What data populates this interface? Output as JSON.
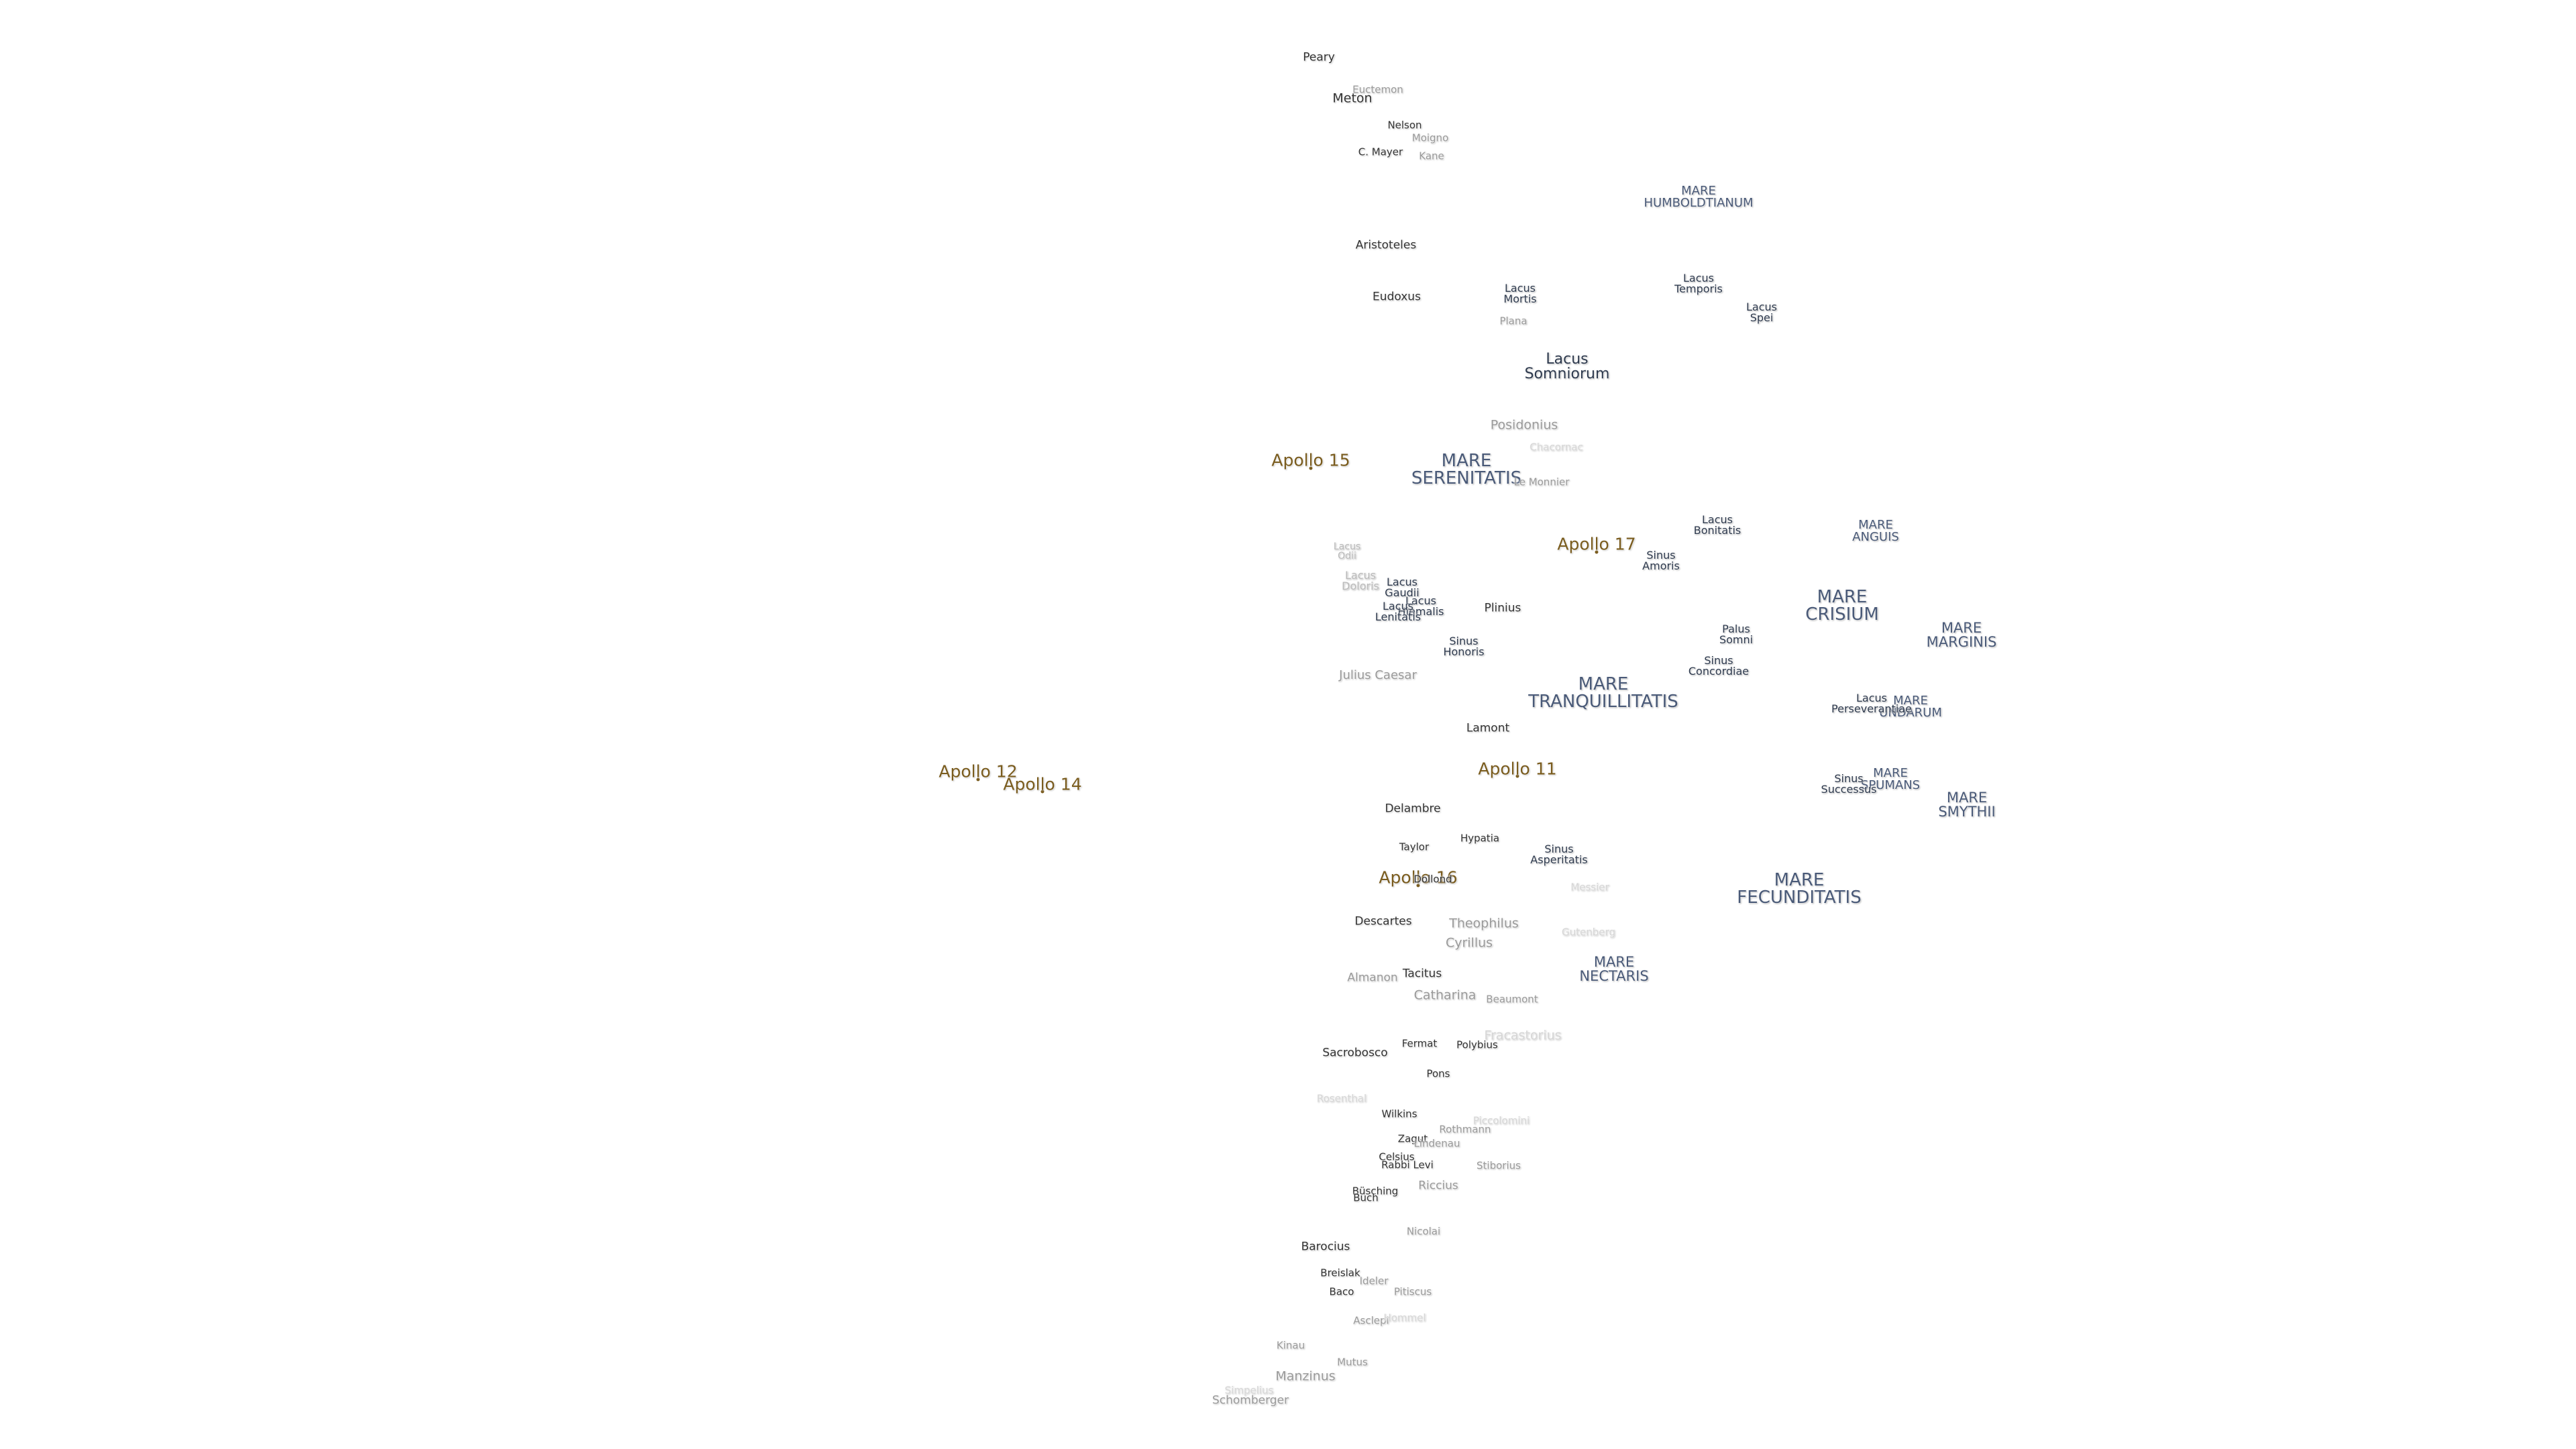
{
  "colors": {
    "background": "#ffffff",
    "crater": "#333333",
    "crater_faint": "#9a9a9a",
    "mare": "#4a5a78",
    "apollo": "#7a5c1e"
  },
  "apollo_sites": [
    {
      "name": "Apollo 11"
    },
    {
      "name": "Apollo 12"
    },
    {
      "name": "Apollo 14"
    },
    {
      "name": "Apollo 15"
    },
    {
      "name": "Apollo 16"
    },
    {
      "name": "Apollo 17"
    }
  ],
  "maria": [
    "MARE\nSERENITATIS",
    "MARE\nTRANQUILLITATIS",
    "MARE\nCRISIUM",
    "MARE\nFECUNDITATIS",
    "MARE\nNECTARIS",
    "MARE\nMARGINIS",
    "MARE\nSMYTHII",
    "MARE\nHUMBOLDTIANUM",
    "MARE\nANGUIS",
    "MARE\nUNDARUM",
    "MARE\nSPUMANS"
  ],
  "features": [
    "Lacus\nSomniorum",
    "Lacus\nMortis",
    "Lacus\nTemporis",
    "Lacus\nSpei",
    "Lacus\nBonitatis",
    "Sinus\nAmoris",
    "Palus\nSomni",
    "Sinus\nConcordiae",
    "Lacus\nPerseverantiae",
    "Sinus\nSuccessus",
    "Sinus\nHonoris",
    "Sinus\nAsperitatis",
    "Lacus\nDoloris",
    "Lacus\nGaudii",
    "Lacus\nHiemalis",
    "Lacus\nLenitatis",
    "Lacus\nOdii"
  ],
  "craters": [
    "Peary",
    "Meton",
    "Euctemon",
    "Nelson",
    "Moigno",
    "C. Mayer",
    "Kane",
    "Aristoteles",
    "Eudoxus",
    "Plana",
    "Posidonius",
    "Chacornac",
    "Le Monnier",
    "Plinius",
    "Julius Caesar",
    "Lamont",
    "Delambre",
    "Taylor",
    "Hypatia",
    "Descartes",
    "Dollond",
    "Theophilus",
    "Cyrillus",
    "Messier",
    "Tacitus",
    "Almanon",
    "Catharina",
    "Beaumont",
    "Fracastorius",
    "Sacrobosco",
    "Fermat",
    "Polybius",
    "Pons",
    "Wilkins",
    "Zagut",
    "Rothmann",
    "Lindenau",
    "Piccolomini",
    "Celsius",
    "Rabbi Levi",
    "Riccius",
    "Stiborius",
    "Büsching",
    "Buch",
    "Nicolai",
    "Barocius",
    "Breislak",
    "Baco",
    "Ideler",
    "Pitiscus",
    "Asclepi",
    "Hommel",
    "Kinau",
    "Mutus",
    "Manzinus",
    "Simpelius",
    "Schomberger",
    "Gutenberg",
    "Rosenthal"
  ]
}
